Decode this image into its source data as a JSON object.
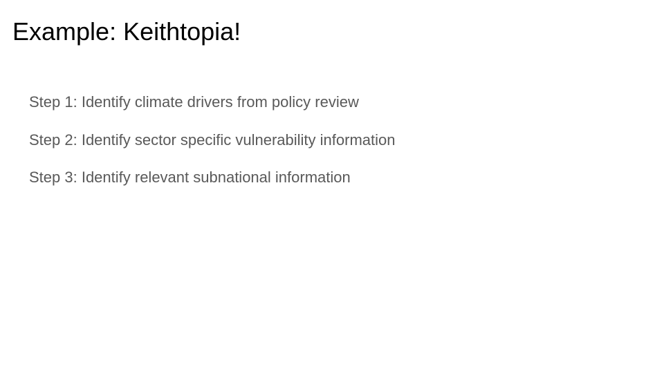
{
  "slide": {
    "title": "Example:  Keithtopia!",
    "steps": [
      "Step 1: Identify climate drivers from policy review",
      "Step 2: Identify sector specific vulnerability information",
      "Step 3: Identify relevant subnational information"
    ]
  },
  "colors": {
    "background": "#ffffff",
    "title_text": "#000000",
    "body_text": "#595959"
  }
}
